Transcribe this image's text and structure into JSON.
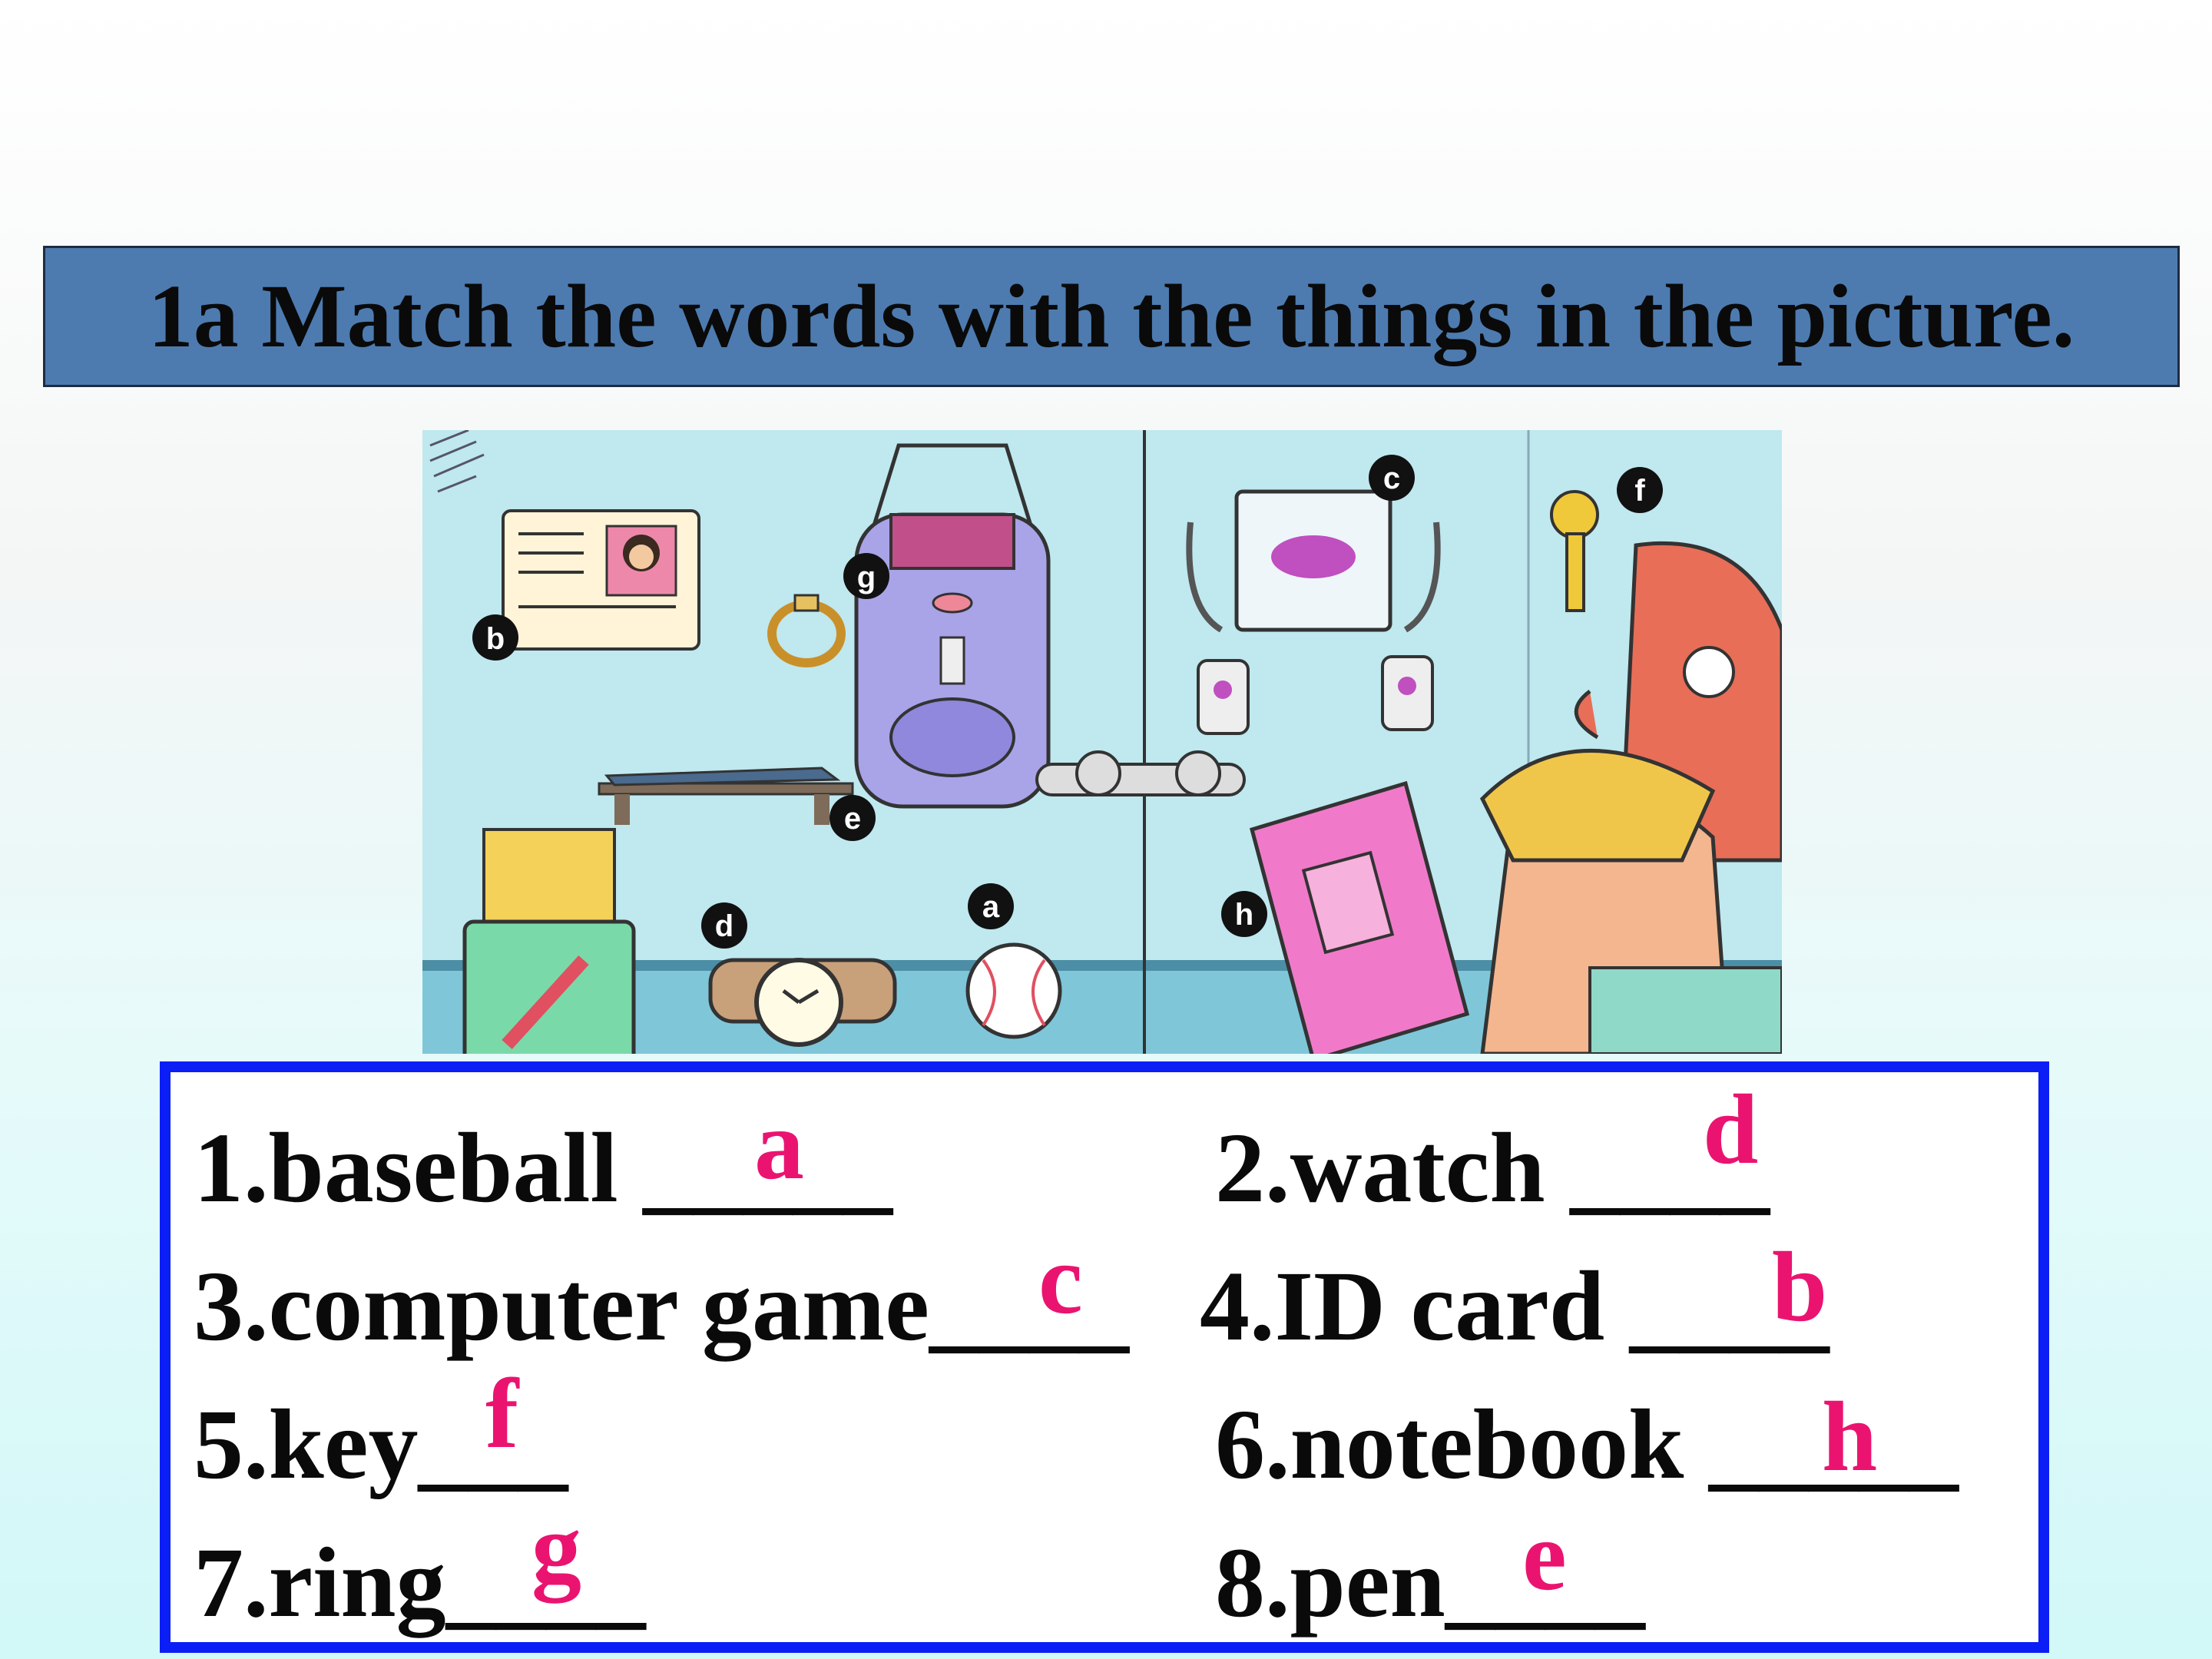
{
  "title": "1a Match the words with the things in the picture.",
  "picture": {
    "markers": [
      "a",
      "b",
      "c",
      "d",
      "e",
      "f",
      "g",
      "h"
    ]
  },
  "items": [
    {
      "text": "1.baseball _____",
      "answer": "a"
    },
    {
      "text": "2.watch   ____",
      "answer": "d"
    },
    {
      "text": "3.computer game____",
      "answer": "c"
    },
    {
      "text": "4.ID card   ____",
      "answer": "b"
    },
    {
      "text": "5.key___",
      "answer": "f"
    },
    {
      "text": "6.notebook _____",
      "answer": "h"
    },
    {
      "text": "7.ring____",
      "answer": "g"
    },
    {
      "text": "8.pen____",
      "answer": "e"
    }
  ],
  "colors": {
    "title_bg": "#4d7bb0",
    "box_border": "#0a1ef5",
    "answer": "#ea1470"
  }
}
